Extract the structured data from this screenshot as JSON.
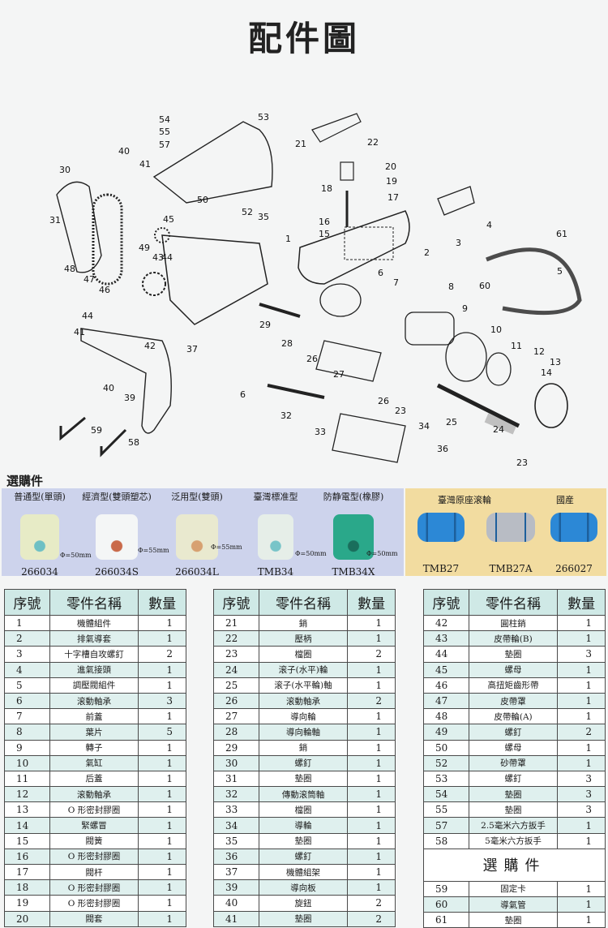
{
  "page": {
    "title": "配件圖"
  },
  "diagram": {
    "callouts": [
      "1",
      "2",
      "3",
      "4",
      "5",
      "6",
      "6",
      "7",
      "8",
      "9",
      "10",
      "11",
      "12",
      "13",
      "14",
      "15",
      "16",
      "17",
      "18",
      "19",
      "20",
      "21",
      "22",
      "23",
      "23",
      "24",
      "25",
      "26",
      "26",
      "27",
      "28",
      "29",
      "30",
      "31",
      "32",
      "33",
      "34",
      "35",
      "36",
      "37",
      "39",
      "40",
      "40",
      "41",
      "41",
      "42",
      "43",
      "44",
      "44",
      "45",
      "46",
      "47",
      "48",
      "49",
      "50",
      "52",
      "53",
      "54",
      "55",
      "57",
      "58",
      "59",
      "60",
      "61"
    ]
  },
  "options": {
    "heading": "選購件",
    "left_items": [
      {
        "top": "普通型(單頭)",
        "code": "266034",
        "dim": "Φ=50mm",
        "color": "#e7ebc6",
        "core": "#6ec0c4"
      },
      {
        "top": "經濟型(雙頭塑芯)",
        "code": "266034S",
        "dim": "Φ=55mm",
        "color": "#f4f6f6",
        "core": "#c96a4a"
      },
      {
        "top": "泛用型(雙頭)",
        "code": "266034L",
        "dim": "Φ=55mm",
        "color": "#e9e9cf",
        "core": "#d7a171"
      },
      {
        "top": "臺灣標准型",
        "code": "TMB34",
        "dim": "Φ=50mm",
        "color": "#e6eee8",
        "core": "#78c4c8"
      },
      {
        "top": "防静電型(橡膠)",
        "code": "TMB34X",
        "dim": "Φ=50mm",
        "color": "#2aa88a",
        "core": "#1a6e5c"
      }
    ],
    "right_headers": [
      "臺灣原座滚輪",
      "國産"
    ],
    "right_items": [
      {
        "code": "TMB27",
        "color": "#2c88d6"
      },
      {
        "code": "TMB27A",
        "color": "#b8bcc4"
      },
      {
        "code": "266027",
        "color": "#2c88d6"
      }
    ]
  },
  "table": {
    "headers": [
      "序號",
      "零件名稱",
      "數量"
    ],
    "columns": [
      [
        [
          "1",
          "機體組件",
          "1"
        ],
        [
          "2",
          "排氣導套",
          "1"
        ],
        [
          "3",
          "十字槽自攻螺釘",
          "2"
        ],
        [
          "4",
          "進氣接頭",
          "1"
        ],
        [
          "5",
          "調壓閥組件",
          "1"
        ],
        [
          "6",
          "滚動軸承",
          "3"
        ],
        [
          "7",
          "前蓋",
          "1"
        ],
        [
          "8",
          "葉片",
          "5"
        ],
        [
          "9",
          "轉子",
          "1"
        ],
        [
          "10",
          "氣缸",
          "1"
        ],
        [
          "11",
          "后蓋",
          "1"
        ],
        [
          "12",
          "滚動軸承",
          "1"
        ],
        [
          "13",
          "O 形密封膠圈",
          "1"
        ],
        [
          "14",
          "緊螺冒",
          "1"
        ],
        [
          "15",
          "閥簧",
          "1"
        ],
        [
          "16",
          "O 形密封膠圈",
          "1"
        ],
        [
          "17",
          "閥杆",
          "1"
        ],
        [
          "18",
          "O 形密封膠圈",
          "1"
        ],
        [
          "19",
          "O 形密封膠圈",
          "1"
        ],
        [
          "20",
          "閥套",
          "1"
        ]
      ],
      [
        [
          "21",
          "銷",
          "1"
        ],
        [
          "22",
          "壓柄",
          "1"
        ],
        [
          "23",
          "檔圈",
          "2"
        ],
        [
          "24",
          "滚子(水平)輪",
          "1"
        ],
        [
          "25",
          "滚子(水平輪)軸",
          "1"
        ],
        [
          "26",
          "滚動軸承",
          "2"
        ],
        [
          "27",
          "導向輪",
          "1"
        ],
        [
          "28",
          "導向輪軸",
          "1"
        ],
        [
          "29",
          "銷",
          "1"
        ],
        [
          "30",
          "螺釘",
          "1"
        ],
        [
          "31",
          "墊圈",
          "1"
        ],
        [
          "32",
          "傳動滚筒軸",
          "1"
        ],
        [
          "33",
          "檔圈",
          "1"
        ],
        [
          "34",
          "導輪",
          "1"
        ],
        [
          "35",
          "墊圈",
          "1"
        ],
        [
          "36",
          "螺釘",
          "1"
        ],
        [
          "37",
          "機體組架",
          "1"
        ],
        [
          "39",
          "導向板",
          "1"
        ],
        [
          "40",
          "旋鈕",
          "2"
        ],
        [
          "41",
          "墊圈",
          "2"
        ]
      ],
      [
        [
          "42",
          "圓柱銷",
          "1"
        ],
        [
          "43",
          "皮帶輪(B)",
          "1"
        ],
        [
          "44",
          "墊圈",
          "3"
        ],
        [
          "45",
          "螺母",
          "1"
        ],
        [
          "46",
          "高扭矩齒形帶",
          "1"
        ],
        [
          "47",
          "皮帶罩",
          "1"
        ],
        [
          "48",
          "皮帶輪(A)",
          "1"
        ],
        [
          "49",
          "螺釘",
          "2"
        ],
        [
          "50",
          "螺母",
          "1"
        ],
        [
          "52",
          "砂帶罩",
          "1"
        ],
        [
          "53",
          "螺釘",
          "3"
        ],
        [
          "54",
          "墊圈",
          "3"
        ],
        [
          "55",
          "墊圈",
          "3"
        ],
        [
          "57",
          "2.5毫米六方扳手",
          "1"
        ],
        [
          "58",
          "5毫米六方扳手",
          "1"
        ]
      ]
    ],
    "col3_subheading": "選購件",
    "col3_extra": [
      [
        "59",
        "固定卡",
        "1"
      ],
      [
        "60",
        "導氣管",
        "1"
      ],
      [
        "61",
        "墊圈",
        "1"
      ]
    ]
  }
}
